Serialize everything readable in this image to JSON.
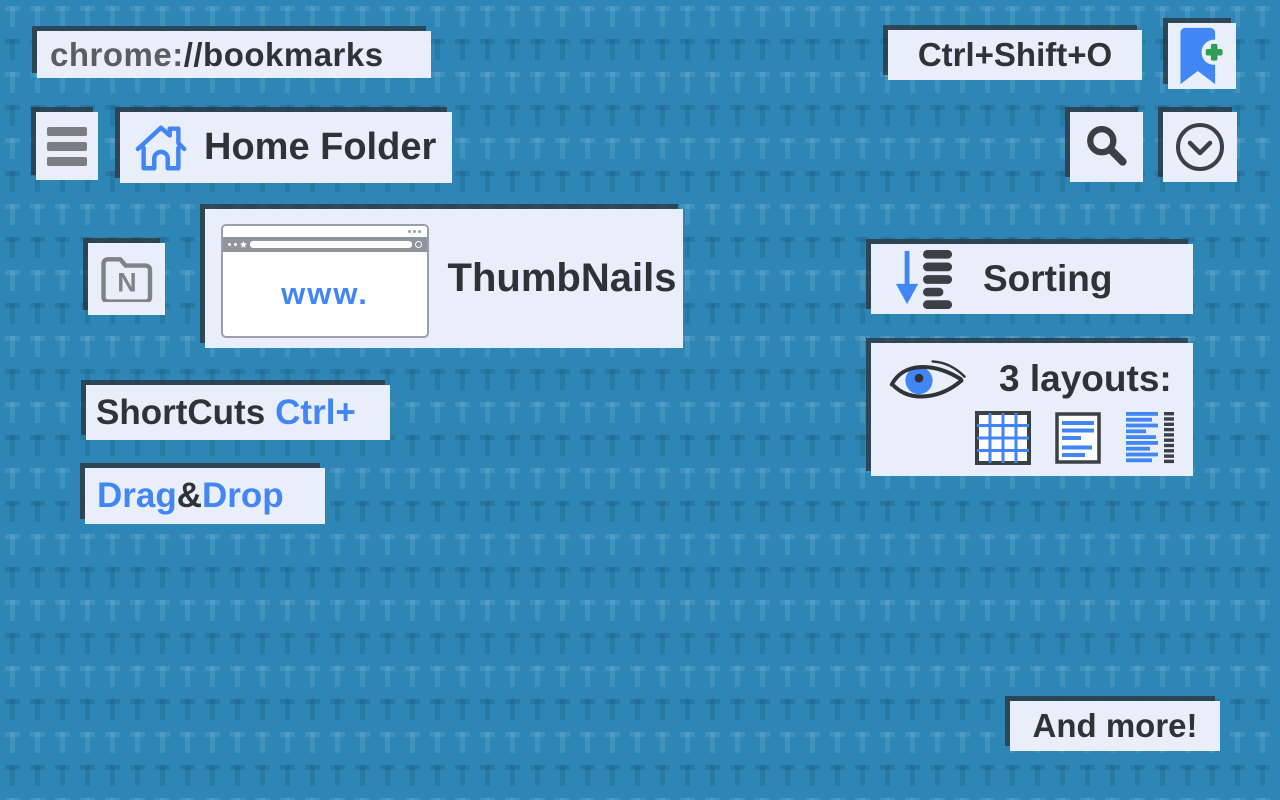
{
  "colors": {
    "background_blue": "#2e86b6",
    "pattern_dark": "#29789f",
    "pattern_light": "#4093bf",
    "box_background": "#e9eefb",
    "accent_blue": "#4285f4",
    "accent_green": "#2e9e52",
    "text_dark": "#2f3237",
    "text_gray": "#5b5d60",
    "chrome_gray": "#8d959d",
    "shadow": "#2c343e"
  },
  "url_bar": {
    "scheme": "chrome:",
    "path": "//bookmarks"
  },
  "shortcut_open": {
    "label": "Ctrl+Shift+O"
  },
  "home": {
    "label": "Home Folder"
  },
  "folder": {
    "letter": "N"
  },
  "thumbnails": {
    "site_text": "www.",
    "label": "ThumbNails"
  },
  "sorting": {
    "label": "Sorting"
  },
  "layouts": {
    "label": "3 layouts:"
  },
  "shortcuts": {
    "text": "ShortCuts",
    "keys": "Ctrl+"
  },
  "dragdrop": {
    "drag": "Drag",
    "amp": "&",
    "drop": "Drop"
  },
  "more": {
    "label": "And more!"
  },
  "icons": {
    "menu": "hamburger",
    "home": "house-outline",
    "bookmark_add": "blue bookmark ribbon with green plus",
    "search": "magnifier",
    "expand": "chevron-down in circle",
    "folder_n": "folder outline with letter",
    "sort": "down-arrow beside list bars",
    "eye": "eye with blue iris",
    "layout_grid": "grid view",
    "layout_list": "list view",
    "layout_details": "details view",
    "browser_window": "mini browser mockup"
  },
  "background_pattern_letter": "T"
}
